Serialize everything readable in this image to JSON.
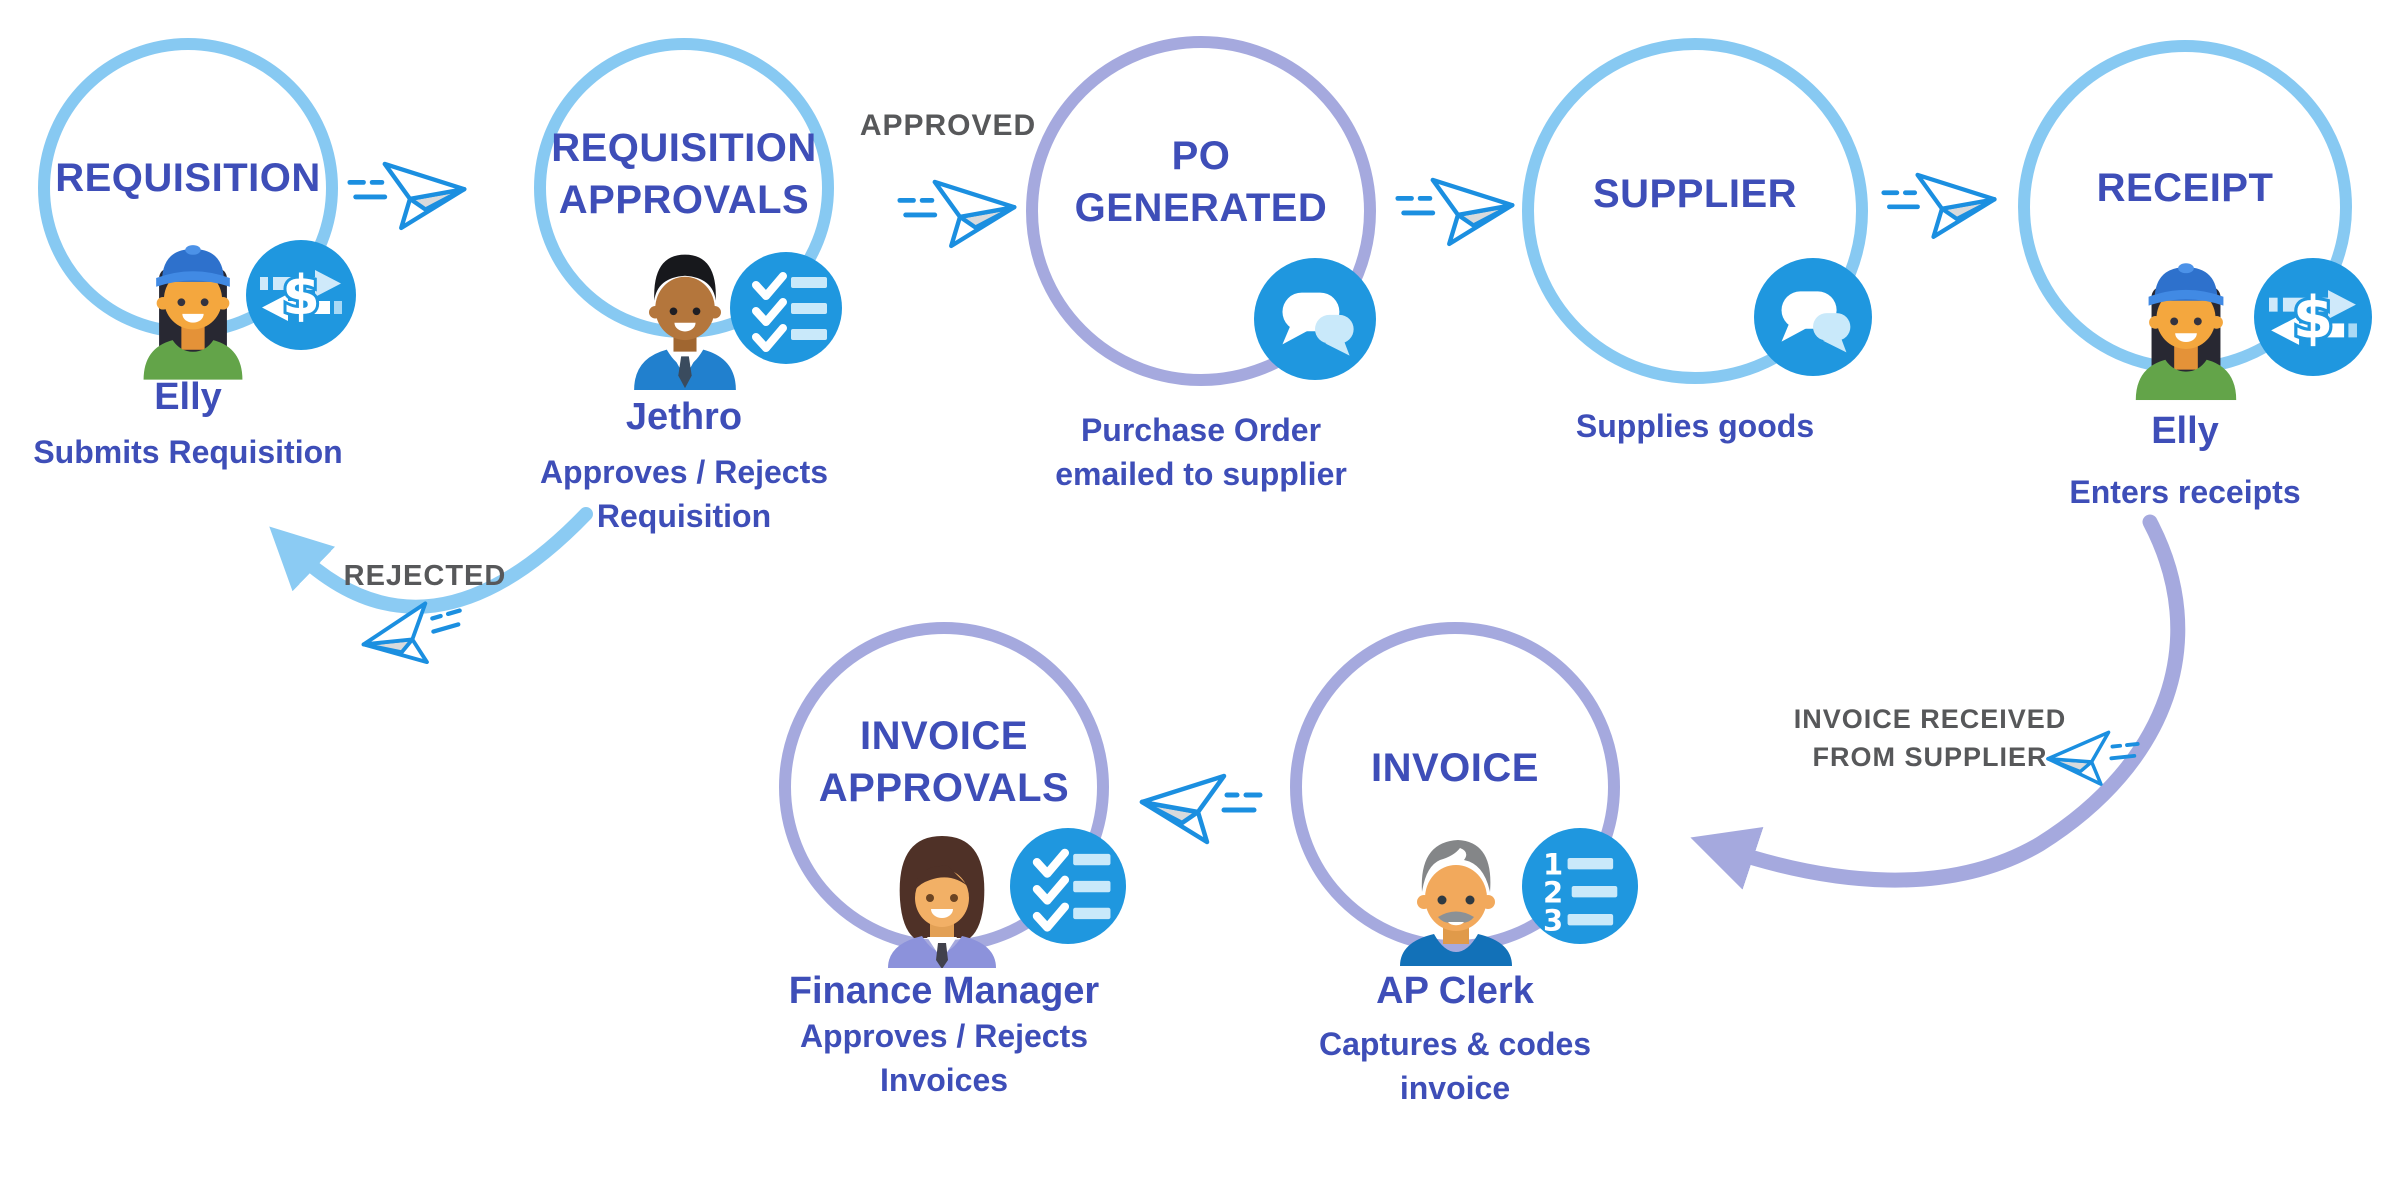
{
  "colors": {
    "ring-blue": "#87C9F2",
    "ring-purple": "#A5A9DE",
    "text-indigo": "#3E4EB8",
    "label-gray": "#57585A",
    "badge-blue": "#1F97DF",
    "badge-light": "#C9E9FA",
    "plane-blue": "#1B8FE0",
    "plane-fold": "#D8DADC",
    "arc-blue": "#8BCBF3",
    "arc-purple": "#A5A9DE"
  },
  "nodes": [
    {
      "id": "requisition",
      "title": "REQUISITION",
      "person": "Elly",
      "action": "Submits Requisition",
      "ring": "blue",
      "avatar": "female-worker-cap",
      "badge_icon": "money-transfer"
    },
    {
      "id": "requisition-approvals",
      "title": "REQUISITION\nAPPROVALS",
      "person": "Jethro",
      "action": "Approves / Rejects\nRequisition",
      "ring": "blue",
      "avatar": "male-manager-suit",
      "badge_icon": "checklist"
    },
    {
      "id": "po-generated",
      "title": "PO\nGENERATED",
      "action": "Purchase Order\nemailed to supplier",
      "ring": "purple",
      "badge_icon": "chat-bubbles"
    },
    {
      "id": "supplier",
      "title": "SUPPLIER",
      "action": "Supplies goods",
      "ring": "blue",
      "badge_icon": "chat-bubbles"
    },
    {
      "id": "receipt",
      "title": "RECEIPT",
      "person": "Elly",
      "action": "Enters receipts",
      "ring": "blue",
      "avatar": "female-worker-cap",
      "badge_icon": "money-transfer"
    },
    {
      "id": "invoice-approvals",
      "title": "INVOICE\nAPPROVALS",
      "person": "Finance Manager",
      "action": "Approves / Rejects\nInvoices",
      "ring": "purple",
      "avatar": "female-finance-manager",
      "badge_icon": "checklist"
    },
    {
      "id": "invoice",
      "title": "INVOICE",
      "person": "AP Clerk",
      "action": "Captures & codes\ninvoice",
      "ring": "purple",
      "avatar": "male-ap-clerk",
      "badge_icon": "numbered-list"
    }
  ],
  "labels": {
    "approved": "APPROVED",
    "rejected": "REJECTED",
    "invoice_received": "INVOICE RECEIVED\nFROM SUPPLIER"
  }
}
